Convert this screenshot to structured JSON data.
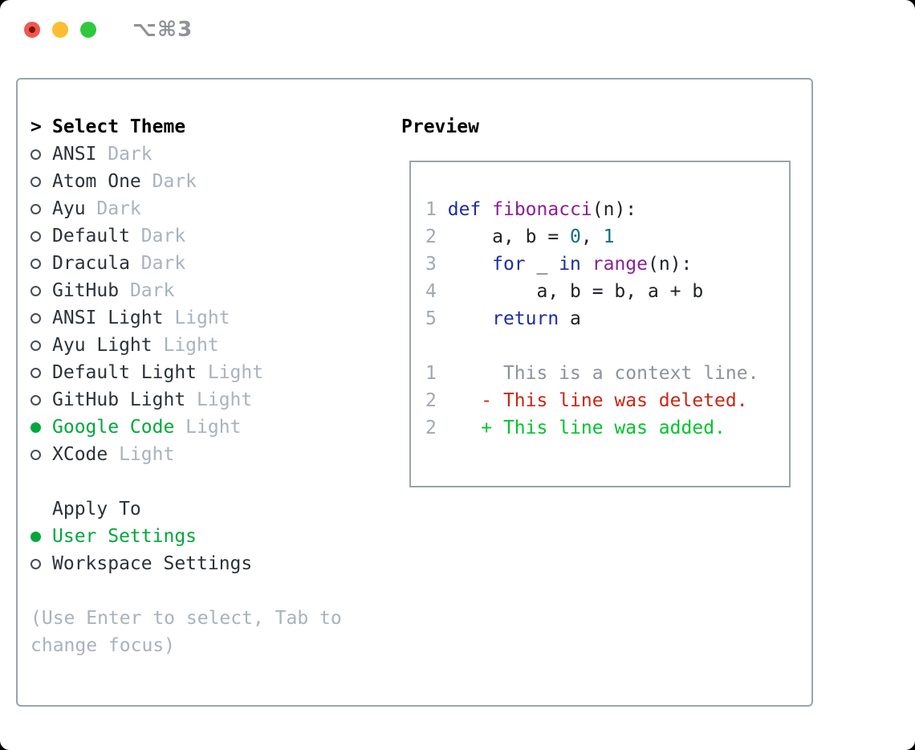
{
  "titlebar": {
    "title": "⌥⌘3",
    "traffic_lights": [
      {
        "name": "close",
        "color": "#f2564d",
        "dot_color": "#7e130c"
      },
      {
        "name": "minimize",
        "color": "#fcbd2f",
        "dot_color": null
      },
      {
        "name": "zoom",
        "color": "#2fc93f",
        "dot_color": null
      }
    ]
  },
  "colors": {
    "accent_green": "#00a83c",
    "panel_border": "#9ba4ae",
    "item_text": "#2b323b",
    "muted_text": "#a9b2bf"
  },
  "left_panel": {
    "heading_prefix": ">",
    "heading": "Select Theme",
    "themes": [
      {
        "name": "ANSI",
        "variant": "Dark",
        "selected": false
      },
      {
        "name": "Atom One",
        "variant": "Dark",
        "selected": false
      },
      {
        "name": "Ayu",
        "variant": "Dark",
        "selected": false
      },
      {
        "name": "Default",
        "variant": "Dark",
        "selected": false
      },
      {
        "name": "Dracula",
        "variant": "Dark",
        "selected": false
      },
      {
        "name": "GitHub",
        "variant": "Dark",
        "selected": false
      },
      {
        "name": "ANSI Light",
        "variant": "Light",
        "selected": false
      },
      {
        "name": "Ayu Light",
        "variant": "Light",
        "selected": false
      },
      {
        "name": "Default Light",
        "variant": "Light",
        "selected": false
      },
      {
        "name": "GitHub Light",
        "variant": "Light",
        "selected": false
      },
      {
        "name": "Google Code",
        "variant": "Light",
        "selected": true
      },
      {
        "name": "XCode",
        "variant": "Light",
        "selected": false
      }
    ],
    "apply_to_heading": "Apply To",
    "apply_to_options": [
      {
        "name": "User Settings",
        "selected": true
      },
      {
        "name": "Workspace Settings",
        "selected": false
      }
    ],
    "help_lines": [
      "(Use Enter to select, Tab to",
      "change focus)"
    ]
  },
  "preview": {
    "heading": "Preview",
    "palette": {
      "pl": "#1d2126",
      "kw": "#1c2ca6",
      "fn": "#8c1f96",
      "nm": "#0d6e7d",
      "ctx": "#8d939c",
      "del": "#cc2512",
      "add": "#00c42a"
    },
    "lines": [
      {
        "num": "1",
        "segs": [
          [
            " ",
            "pl"
          ],
          [
            "def",
            "kw"
          ],
          [
            " ",
            "pl"
          ],
          [
            "fibonacci",
            "fn"
          ],
          [
            "(n):",
            "pl"
          ]
        ]
      },
      {
        "num": "2",
        "segs": [
          [
            "     a, b = ",
            "pl"
          ],
          [
            "0",
            "nm"
          ],
          [
            ", ",
            "pl"
          ],
          [
            "1",
            "nm"
          ]
        ]
      },
      {
        "num": "3",
        "segs": [
          [
            "     ",
            "pl"
          ],
          [
            "for",
            "kw"
          ],
          [
            " _ ",
            "pl"
          ],
          [
            "in",
            "kw"
          ],
          [
            " ",
            "pl"
          ],
          [
            "range",
            "fn"
          ],
          [
            "(n):",
            "pl"
          ]
        ]
      },
      {
        "num": "4",
        "segs": [
          [
            "         a, b = b, a + b",
            "pl"
          ]
        ]
      },
      {
        "num": "5",
        "segs": [
          [
            "     ",
            "pl"
          ],
          [
            "return",
            "kw"
          ],
          [
            " a",
            "pl"
          ]
        ]
      },
      {
        "num": "",
        "segs": []
      },
      {
        "num": "1",
        "segs": [
          [
            "      This is a context line.",
            "ctx"
          ]
        ]
      },
      {
        "num": "2",
        "segs": [
          [
            "    ",
            "pl"
          ],
          [
            "- This line was deleted.",
            "del"
          ]
        ]
      },
      {
        "num": "2",
        "segs": [
          [
            "    ",
            "pl"
          ],
          [
            "+ This line was added.",
            "add"
          ]
        ]
      }
    ]
  }
}
